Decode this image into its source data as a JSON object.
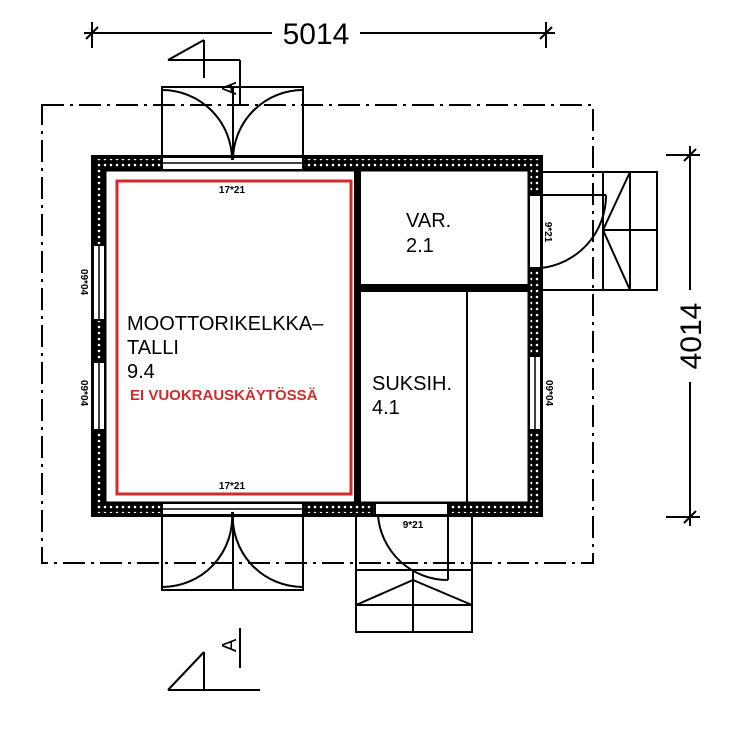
{
  "dimensions": {
    "width": "5014",
    "height": "4014"
  },
  "section_marker": {
    "top": "A",
    "bottom": "A"
  },
  "rooms": [
    {
      "name_line1": "MOOTTORIKELKKA–",
      "name_line2": "TALLI",
      "area": "9.4",
      "note": "EI VUOKRAUSKÄYTÖSSÄ"
    },
    {
      "name": "VAR.",
      "area": "2.1"
    },
    {
      "name": "SUKSIH.",
      "area": "4.1"
    }
  ],
  "doors": {
    "garage_top": "17*21",
    "garage_bottom": "17*21",
    "var_right": "9*21",
    "suksih_bottom": "9*21"
  },
  "windows": {
    "left_upper": "09*04",
    "left_lower": "09*04",
    "right": "09*04"
  },
  "colors": {
    "highlight": "#d42a2a"
  }
}
